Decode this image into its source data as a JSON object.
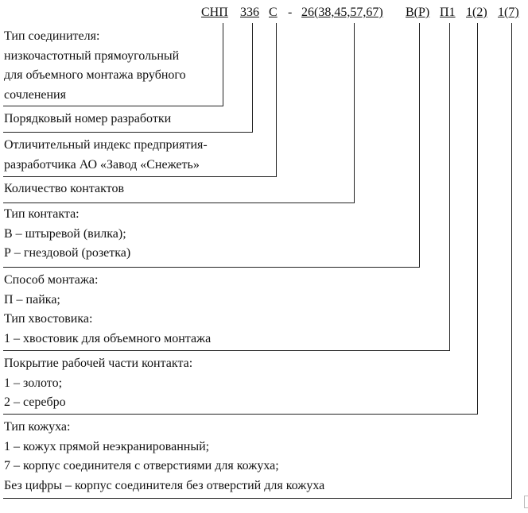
{
  "designation": {
    "parts": [
      "СНП",
      "336",
      "С",
      "-",
      "26(38,45,57,67)",
      "В(Р)",
      "П1",
      "1(2)",
      "1(7)"
    ]
  },
  "blocks": [
    {
      "lines": [
        "Тип соединителя:",
        "низкочастотный прямоугольный",
        "для объемного монтажа врубного",
        "сочленения"
      ]
    },
    {
      "lines": [
        "Порядковый номер разработки"
      ]
    },
    {
      "lines": [
        "Отличительный индекс предприятия-",
        "разработчика АО «Завод «Снежеть»"
      ]
    },
    {
      "lines": [
        "Количество контактов"
      ]
    },
    {
      "lines": [
        "Тип контакта:",
        "В – штыревой (вилка);",
        "Р – гнездовой (розетка)"
      ]
    },
    {
      "lines": [
        "Способ монтажа:",
        "П – пайка;",
        "Тип хвостовика:",
        "1 – хвостовик для объемного монтажа"
      ]
    },
    {
      "lines": [
        "Покрытие рабочей части контакта:",
        "1 – золото;",
        "2 – серебро"
      ]
    },
    {
      "lines": [
        "Тип кожуха:",
        "1 – кожух прямой неэкранированный;",
        "7 – корпус соединителя с отверстиями для кожуха;",
        "Без цифры – корпус соединителя без отверстий для кожуха"
      ]
    }
  ]
}
